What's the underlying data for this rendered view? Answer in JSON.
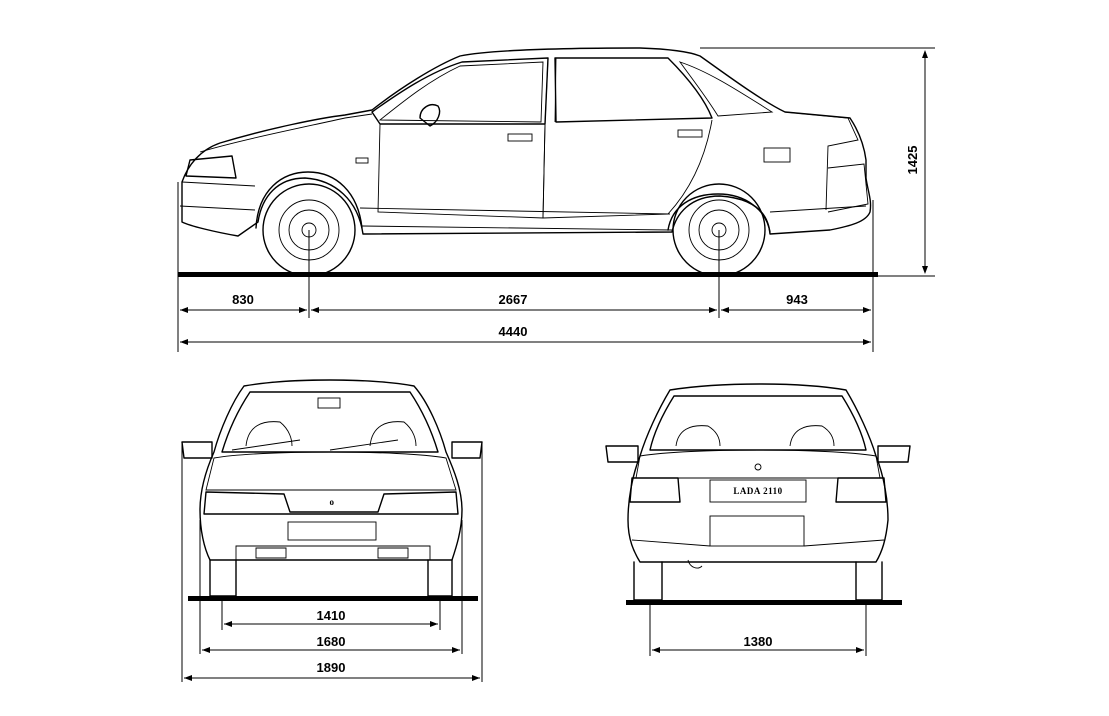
{
  "drawing": {
    "side_view": {
      "dimensions": {
        "front_overhang": "830",
        "wheelbase": "2667",
        "rear_overhang": "943",
        "overall_length": "4440",
        "height": "1425"
      }
    },
    "front_view": {
      "dimensions": {
        "track_inner": "1410",
        "track_front": "1680",
        "overall_width": "1890"
      }
    },
    "rear_view": {
      "badge": "LADA 2110",
      "dimensions": {
        "track_rear": "1380"
      }
    }
  }
}
